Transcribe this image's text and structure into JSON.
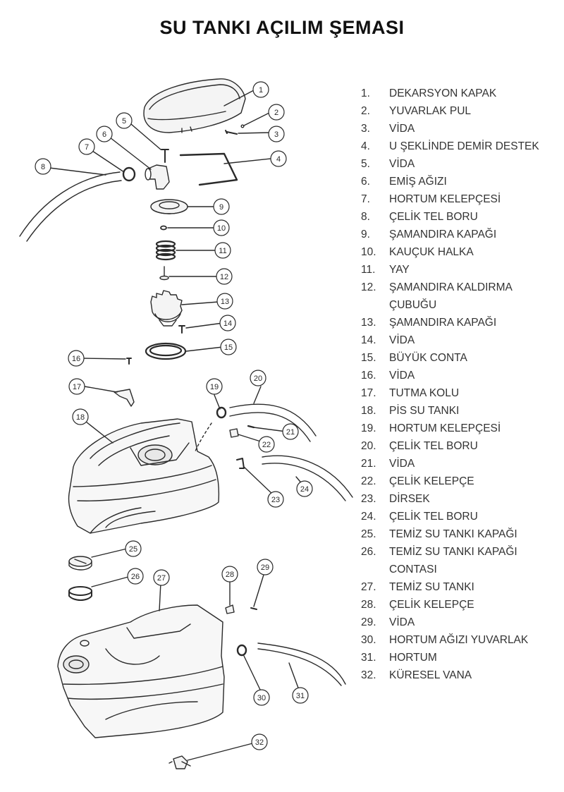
{
  "title": "SU TANKI AÇILIM ŞEMASI",
  "parts": [
    {
      "num": "1.",
      "name": "DEKARSYON KAPAK"
    },
    {
      "num": "2.",
      "name": "YUVARLAK PUL"
    },
    {
      "num": "3.",
      "name": "VİDA"
    },
    {
      "num": "4.",
      "name": "U ŞEKLİNDE DEMİR DESTEK"
    },
    {
      "num": "5.",
      "name": "VİDA"
    },
    {
      "num": "6.",
      "name": "EMİŞ AĞIZI"
    },
    {
      "num": "7.",
      "name": "HORTUM KELEPÇESİ"
    },
    {
      "num": "8.",
      "name": "ÇELİK TEL BORU"
    },
    {
      "num": "9.",
      "name": "ŞAMANDIRA KAPAĞI"
    },
    {
      "num": "10.",
      "name": "KAUÇUK HALKA"
    },
    {
      "num": "11.",
      "name": "YAY"
    },
    {
      "num": "12.",
      "name": "ŞAMANDIRA KALDIRMA",
      "name2": "ÇUBUĞU"
    },
    {
      "num": "13.",
      "name": "ŞAMANDIRA KAPAĞI"
    },
    {
      "num": "14.",
      "name": "VİDA"
    },
    {
      "num": "15.",
      "name": "BÜYÜK CONTA"
    },
    {
      "num": "16.",
      "name": "VİDA"
    },
    {
      "num": "17.",
      "name": "TUTMA KOLU"
    },
    {
      "num": "18.",
      "name": "PİS SU TANKI"
    },
    {
      "num": "19.",
      "name": "HORTUM KELEPÇESİ"
    },
    {
      "num": "20.",
      "name": "ÇELİK TEL BORU"
    },
    {
      "num": "21.",
      "name": "VİDA"
    },
    {
      "num": "22.",
      "name": "ÇELİK KELEPÇE"
    },
    {
      "num": "23.",
      "name": "DİRSEK"
    },
    {
      "num": "24.",
      "name": "ÇELİK TEL BORU"
    },
    {
      "num": "25.",
      "name": "TEMİZ SU TANKI KAPAĞI"
    },
    {
      "num": "26.",
      "name": "TEMİZ SU TANKI KAPAĞI",
      "name2": "CONTASI"
    },
    {
      "num": "27.",
      "name": "TEMİZ SU TANKI"
    },
    {
      "num": "28.",
      "name": "ÇELİK KELEPÇE"
    },
    {
      "num": "29.",
      "name": "VİDA"
    },
    {
      "num": "30.",
      "name": "HORTUM AĞIZI YUVARLAK"
    },
    {
      "num": "31.",
      "name": "HORTUM"
    },
    {
      "num": "32.",
      "name": "KÜRESEL VANA"
    }
  ],
  "callouts": [
    "1",
    "2",
    "3",
    "4",
    "5",
    "6",
    "7",
    "8",
    "9",
    "10",
    "11",
    "12",
    "13",
    "14",
    "15",
    "16",
    "17",
    "18",
    "19",
    "20",
    "21",
    "22",
    "23",
    "24",
    "25",
    "26",
    "27",
    "28",
    "29",
    "30",
    "31",
    "32"
  ],
  "colors": {
    "ink": "#2a2a2a",
    "label": "#333333"
  }
}
